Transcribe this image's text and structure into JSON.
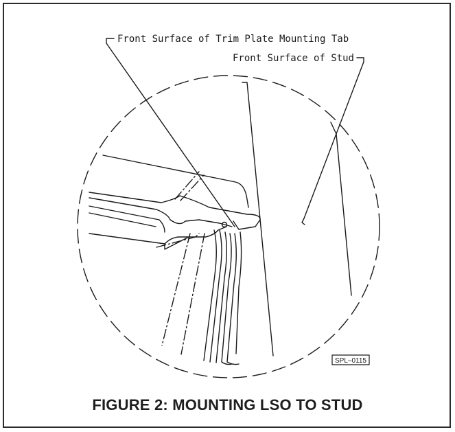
{
  "callouts": {
    "trim_plate_tab": "Front Surface of Trim Plate Mounting Tab",
    "stud": "Front Surface of Stud"
  },
  "reference_code": "SPL–0115",
  "caption": "FIGURE 2: MOUNTING LSO TO STUD",
  "colors": {
    "line": "#1a1a1a",
    "border": "#2b2b2b",
    "background": "#ffffff"
  }
}
